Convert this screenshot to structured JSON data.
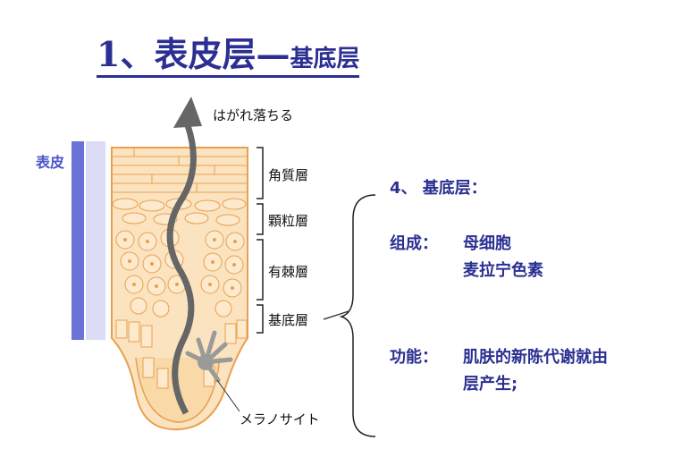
{
  "title": {
    "main": "1、表皮层—",
    "sub": "基底层"
  },
  "diagram": {
    "side_label": "表皮",
    "top_label": "はがれ落ちる",
    "layers": [
      "角質層",
      "顆粒層",
      "有棘層",
      "基底層"
    ],
    "bottom_label": "メラノサイト"
  },
  "info": {
    "heading": "4、 基底层：",
    "composition_label": "组成：",
    "composition_items": [
      "母细胞",
      "麦拉宁色素"
    ],
    "function_label": "功能：",
    "function_lines": [
      "肌肤的新陈代谢就由",
      "层产生;"
    ]
  },
  "colors": {
    "title": "#2b2f91",
    "skin_fill": "#fbe3bf",
    "skin_line": "#e8a050",
    "side_bar": "#6b72d8",
    "arrow": "#666666"
  }
}
